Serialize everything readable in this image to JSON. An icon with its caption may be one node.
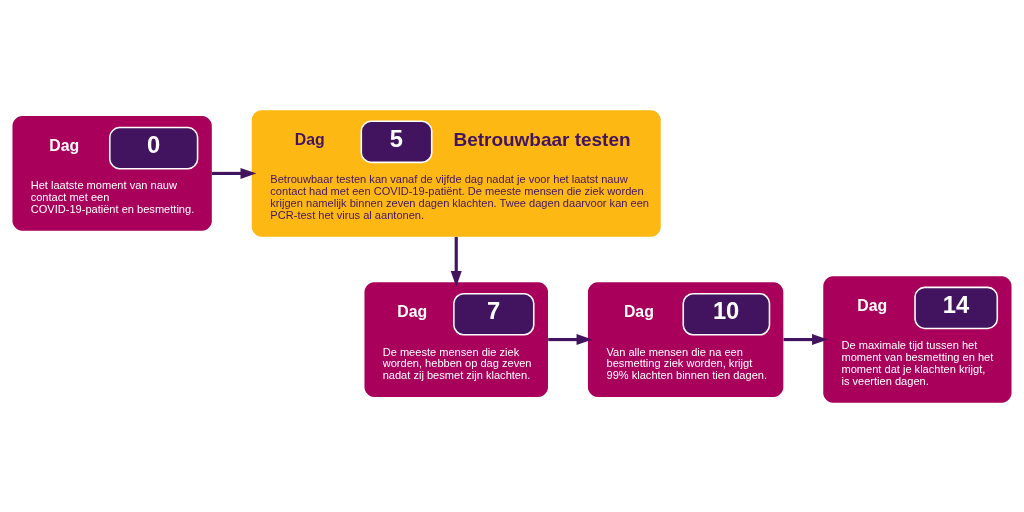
{
  "diagram": {
    "nodes": [
      {
        "text": [
          "Dag",
          "0",
          "Het laatste moment van nauw contact met een COVID-19-patiënt en besmetting."
        ]
      },
      {
        "text": [
          "Dag",
          "5",
          "Betrouwbaar testen",
          "Betrouwbaar testen kan vanaf de vijfde dag nadat je voor het laatst nauw contact had met een COVID-19-patiënt. De meeste mensen die ziek worden krijgen namelijk binnen zeven dagen klachten. Twee dagen daarvoor kan een PCR-test het virus al aantonen."
        ]
      },
      {
        "text": [
          "Dag",
          "7",
          "De meeste mensen die ziek worden, hebben op dag zeven nadat zij besmet zijn klachten."
        ]
      },
      {
        "text": [
          "Dag",
          "10",
          "Van alle mensen die na een besmetting ziek worden, krijgt 99% klachten binnen tien dagen."
        ]
      },
      {
        "text": [
          "Dag",
          "14",
          "De maximale tijd tussen het moment van besmetting en het moment dat je klachten krijgt, is veertien dagen."
        ]
      }
    ],
    "edges": [
      {
        "from": 0,
        "to": 1,
        "arrow": "to"
      },
      {
        "from": 1,
        "to": 2,
        "arrow": "to"
      },
      {
        "from": 2,
        "to": 3,
        "arrow": "to"
      },
      {
        "from": 3,
        "to": 4,
        "arrow": "to"
      }
    ]
  }
}
